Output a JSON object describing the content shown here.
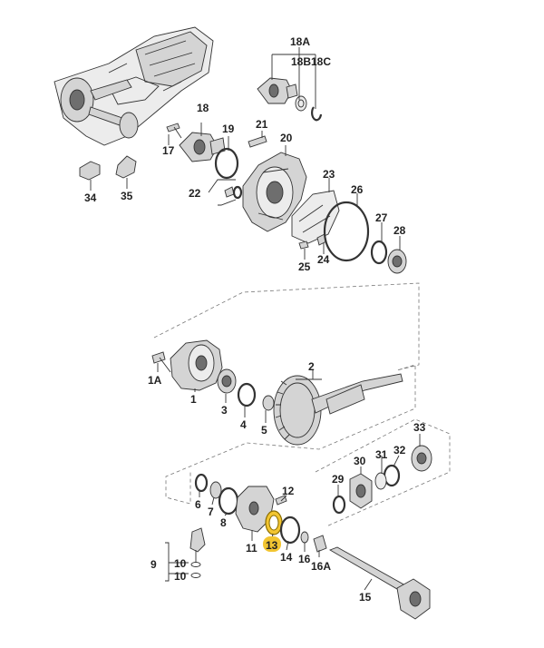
{
  "labels": {
    "l18A": "18A",
    "l18B": "18B",
    "l18C": "18C",
    "l18": "18",
    "l19": "19",
    "l21": "21",
    "l20": "20",
    "l17": "17",
    "l22": "22",
    "l23": "23",
    "l26": "26",
    "l27": "27",
    "l28": "28",
    "l24": "24",
    "l25": "25",
    "l34": "34",
    "l35": "35",
    "l2": "2",
    "l1A": "1A",
    "l1": "1",
    "l3": "3",
    "l4": "4",
    "l5": "5",
    "l33": "33",
    "l31": "31",
    "l30": "30",
    "l32": "32",
    "l29": "29",
    "l6": "6",
    "l7": "7",
    "l8": "8",
    "l12": "12",
    "l11": "11",
    "l13": "13",
    "l14": "14",
    "l16": "16",
    "l16A": "16A",
    "l9": "9",
    "l10a": "10",
    "l10b": "10",
    "l15": "15"
  },
  "highlight": {
    "part": "13",
    "color": "#f2c531"
  }
}
